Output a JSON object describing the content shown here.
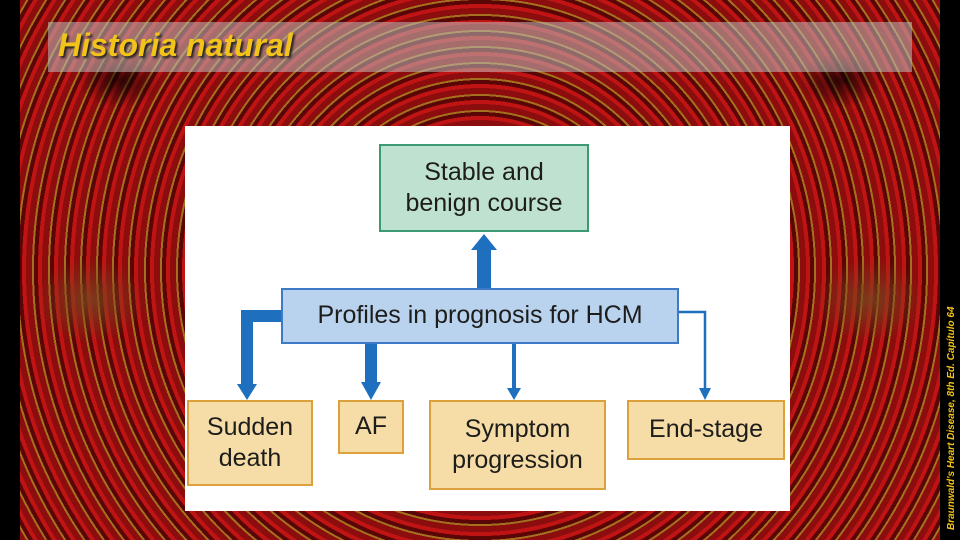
{
  "slide": {
    "title": "Historia natural",
    "citation": "Braunwald's Heart Disease, 8th Ed. Capítulo 64"
  },
  "diagram": {
    "top": "Stable and benign course",
    "center": "Profiles in prognosis for HCM",
    "outcomes": [
      "Sudden death",
      "AF",
      "Symptom progression",
      "End-stage"
    ],
    "colors": {
      "top_fill": "#bfe1cf",
      "top_border": "#3a9a73",
      "center_fill": "#b9d2ee",
      "center_border": "#3e7ac6",
      "outcome_fill": "#f6dca6",
      "outcome_border": "#dca13b",
      "arrow": "#1f6fbf"
    }
  }
}
